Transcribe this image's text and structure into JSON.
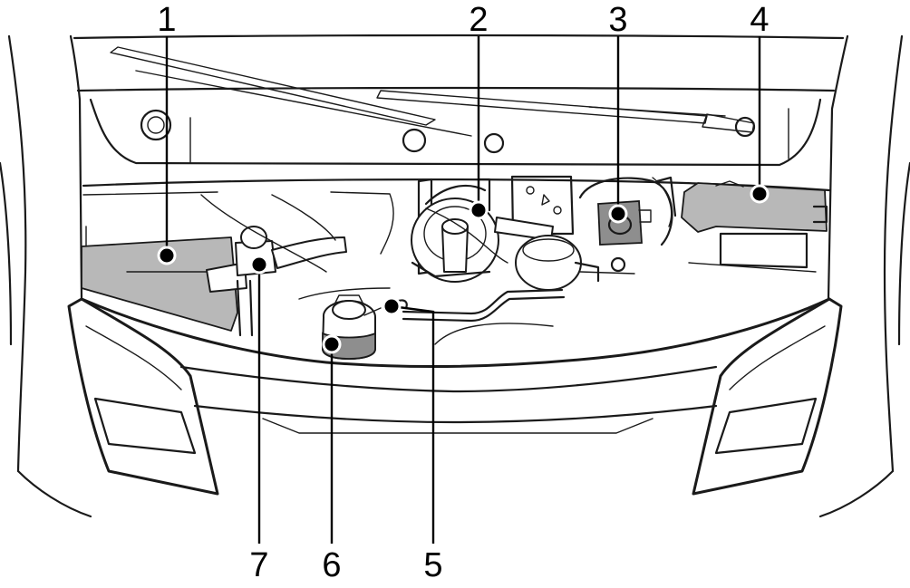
{
  "diagram": {
    "colors": {
      "line": "#1a1a1a",
      "highlight": "#b8b8b8",
      "highlight_dark": "#8e8e8e",
      "background": "#ffffff"
    },
    "callouts": [
      {
        "id": "c1",
        "label": "1"
      },
      {
        "id": "c2",
        "label": "2"
      },
      {
        "id": "c3",
        "label": "3"
      },
      {
        "id": "c4",
        "label": "4"
      },
      {
        "id": "c5",
        "label": "5"
      },
      {
        "id": "c6",
        "label": "6"
      },
      {
        "id": "c7",
        "label": "7"
      }
    ]
  }
}
